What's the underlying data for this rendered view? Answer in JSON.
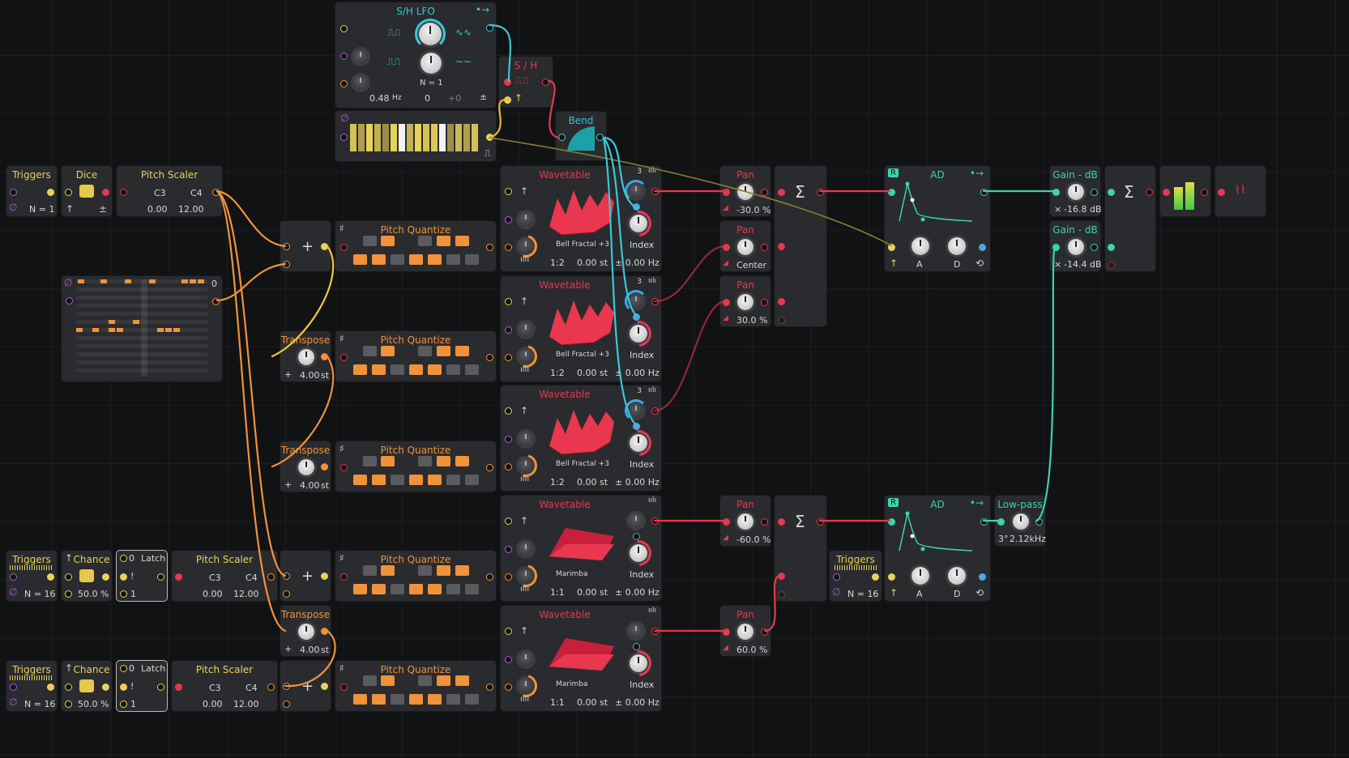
{
  "colors": {
    "yellow": "#e8d25a",
    "orange": "#f0923a",
    "red": "#e8374f",
    "cyan": "#38c8d8",
    "green": "#3cd4a8",
    "purple": "#b05ad8"
  },
  "lfo": {
    "title": "S/H LFO",
    "rate": "0.48",
    "rate_unit": "Hz",
    "phase": "0",
    "offset": "+0",
    "n": "N = 1"
  },
  "sh": {
    "title": "S / H"
  },
  "bend": {
    "title": "Bend"
  },
  "top_row": {
    "triggers": {
      "title": "Triggers",
      "n": "N = 1"
    },
    "dice": {
      "title": "Dice"
    },
    "scaler": {
      "title": "Pitch Scaler",
      "lo": "C3",
      "hi": "C4",
      "lo_val": "0.00",
      "hi_val": "12.00"
    }
  },
  "seq": {
    "value": "0"
  },
  "add": {
    "symbol": "+"
  },
  "transposes": [
    {
      "title": "Transpose",
      "value": "4.00",
      "unit": "st"
    },
    {
      "title": "Transpose",
      "value": "4.00",
      "unit": "st"
    },
    {
      "title": "Transpose",
      "value": "4.00",
      "unit": "st"
    }
  ],
  "quantize": {
    "title": "Pitch Quantize"
  },
  "wavetables": [
    {
      "title": "Wavetable",
      "patch": "Bell Fractal +3",
      "ratio": "1:2",
      "fine": "0.00",
      "unit": "st",
      "hz": "± 0.00 Hz",
      "index": "Index",
      "voices": "3"
    },
    {
      "title": "Wavetable",
      "patch": "Bell Fractal +3",
      "ratio": "1:2",
      "fine": "0.00",
      "unit": "st",
      "hz": "± 0.00 Hz",
      "index": "Index",
      "voices": "3"
    },
    {
      "title": "Wavetable",
      "patch": "Bell Fractal +3",
      "ratio": "1:2",
      "fine": "0.00",
      "unit": "st",
      "hz": "± 0.00 Hz",
      "index": "Index",
      "voices": "3"
    },
    {
      "title": "Wavetable",
      "patch": "Marimba",
      "ratio": "1:1",
      "fine": "0.00",
      "unit": "st",
      "hz": "± 0.00 Hz",
      "index": "Index",
      "voices": ""
    },
    {
      "title": "Wavetable",
      "patch": "Marimba",
      "ratio": "1:1",
      "fine": "0.00",
      "unit": "st",
      "hz": "± 0.00 Hz",
      "index": "Index",
      "voices": ""
    }
  ],
  "pans": [
    {
      "title": "Pan",
      "value": "-30.0 %"
    },
    {
      "title": "Pan",
      "value": "Center"
    },
    {
      "title": "Pan",
      "value": "30.0 %"
    },
    {
      "title": "Pan",
      "value": "-60.0 %"
    },
    {
      "title": "Pan",
      "value": "60.0 %"
    }
  ],
  "sum": {
    "symbol": "Σ"
  },
  "ad": {
    "title": "AD",
    "r": "R",
    "a": "A",
    "d": "D"
  },
  "gains": [
    {
      "title": "Gain - dB",
      "value": "-16.8 dB"
    },
    {
      "title": "Gain - dB",
      "value": "-14.4 dB"
    }
  ],
  "lowpass": {
    "title": "Low-pass",
    "slope": "3°",
    "freq": "2.12kHz"
  },
  "bottom_rows": [
    {
      "triggers": "Triggers",
      "n": "N = 16",
      "chance": "Chance",
      "chance_val": "50.0 %",
      "latch": "Latch",
      "latch0": "0",
      "latch_bang": "!",
      "latch1": "1",
      "scaler": "Pitch Scaler",
      "lo": "C3",
      "hi": "C4",
      "lo_val": "0.00",
      "hi_val": "12.00"
    },
    {
      "triggers": "Triggers",
      "n": "N = 16",
      "chance": "Chance",
      "chance_val": "50.0 %",
      "latch": "Latch",
      "latch0": "0",
      "latch_bang": "!",
      "latch1": "1",
      "scaler": "Pitch Scaler",
      "lo": "C3",
      "hi": "C4",
      "lo_val": "0.00",
      "hi_val": "12.00"
    }
  ],
  "triggers_right": {
    "title": "Triggers",
    "n": "N = 16"
  }
}
